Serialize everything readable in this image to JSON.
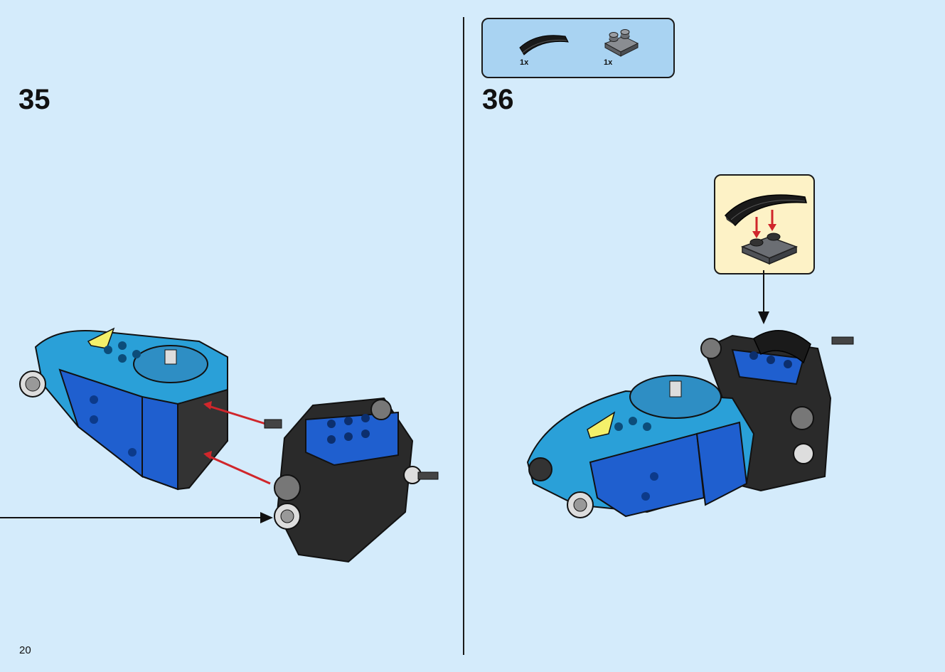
{
  "page_number": "20",
  "steps": [
    {
      "number": "35"
    },
    {
      "number": "36"
    }
  ],
  "parts_list": [
    {
      "qty": "1x",
      "icon": "curved-slope-black-icon",
      "color": "#1a1a1a"
    },
    {
      "qty": "1x",
      "icon": "plate-with-studs-grey-icon",
      "color": "#6b6e73"
    }
  ],
  "colors": {
    "background": "#d4ebfb",
    "parts_box": "#a9d3f2",
    "callout": "#fdf2c6",
    "azure_brick": "#2aa0d8",
    "blue_brick": "#1f5fcf",
    "black_brick": "#222222",
    "trans_yellow": "#f4f06a",
    "arrow_red": "#d0262b"
  }
}
